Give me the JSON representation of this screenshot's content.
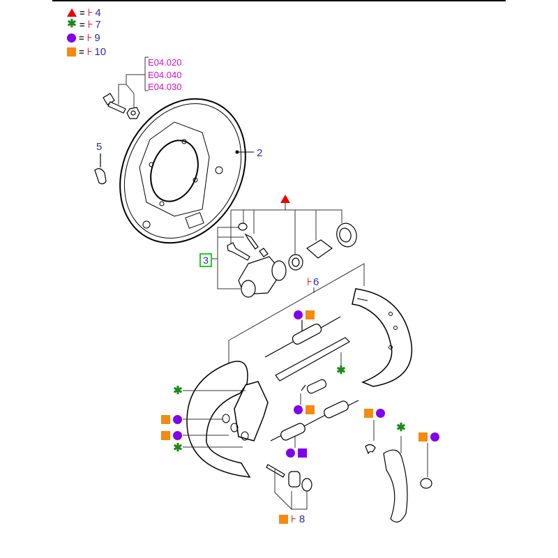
{
  "legend": [
    {
      "symbol": "triangle-red",
      "equals": "=",
      "qty_mark": "⊦",
      "ref": "4"
    },
    {
      "symbol": "star-green",
      "equals": "=",
      "qty_mark": "⊦",
      "ref": "7"
    },
    {
      "symbol": "circle-purple",
      "equals": "=",
      "qty_mark": "⊦",
      "ref": "9"
    },
    {
      "symbol": "square-orange",
      "equals": "=",
      "qty_mark": "⊦",
      "ref": "10"
    }
  ],
  "codes": [
    "E04.020",
    "E04.040",
    "E04.030"
  ],
  "callouts": {
    "backing_plate": "2",
    "wheel_cylinder": "3",
    "plug": "5",
    "brake_shoes": "6",
    "adjuster_pin_kit": "8",
    "qty_mark": "⊦"
  },
  "symbols": {
    "star": "✱"
  },
  "colors": {
    "red": "#ee0000",
    "green": "#1a8a1a",
    "purple": "#8000ee",
    "orange": "#f58a10",
    "magenta": "#d010c8",
    "blue": "#2a2aa8",
    "box_green": "#22cc22"
  }
}
